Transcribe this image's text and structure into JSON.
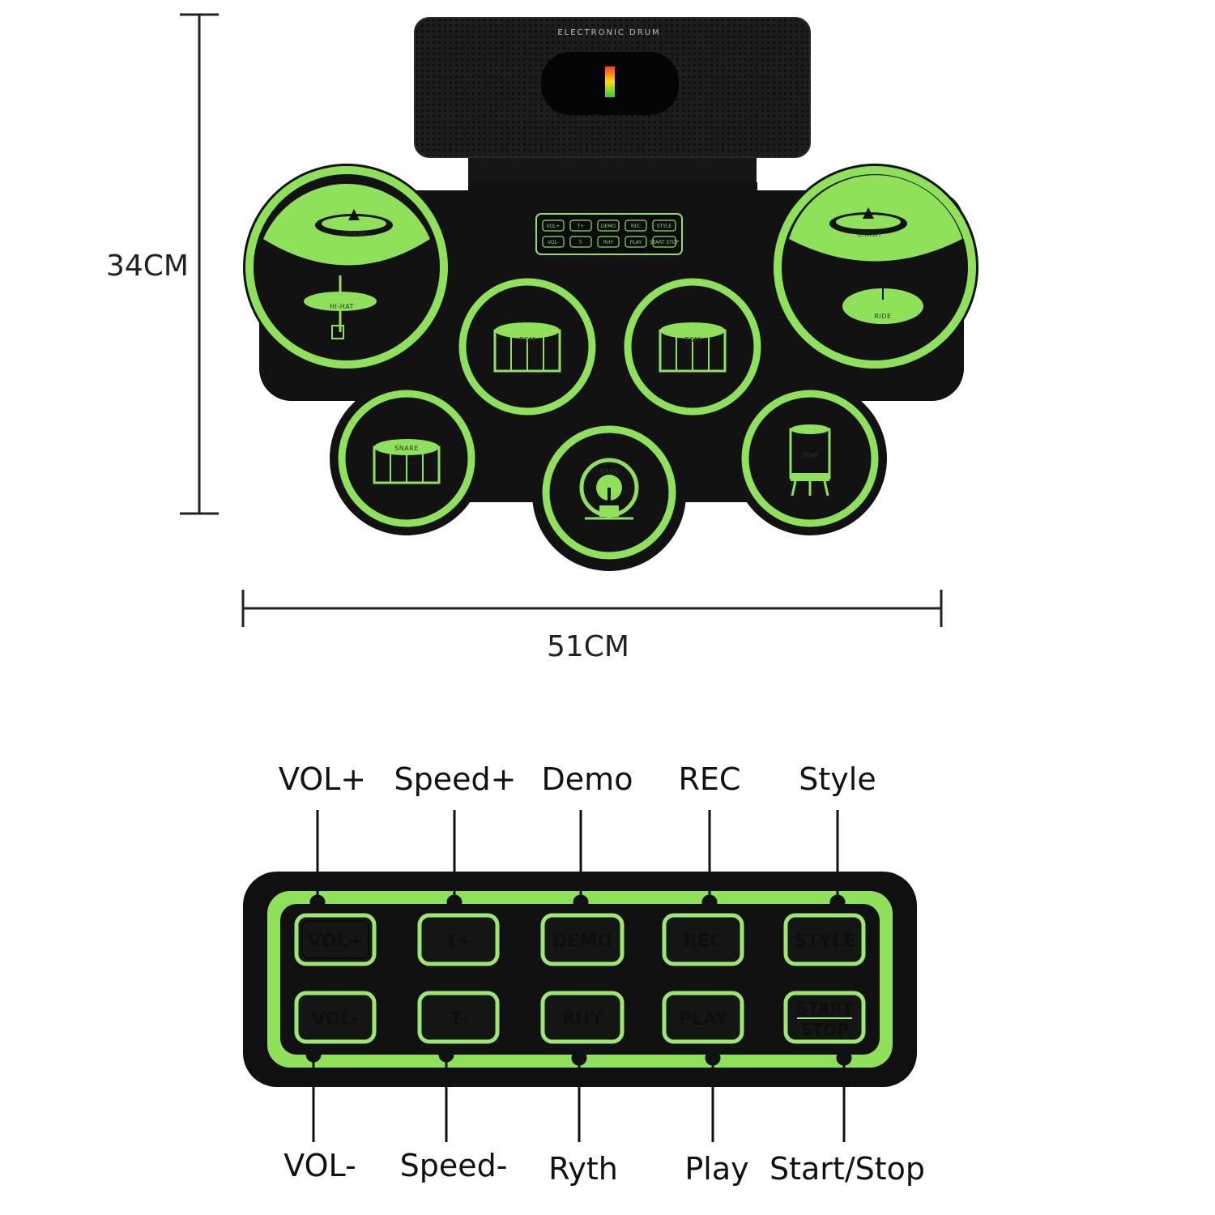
{
  "product": {
    "speaker_label": "ELECTRONIC DRUM",
    "colors": {
      "pad_green": "#8fe15a",
      "body_black": "#121212",
      "speaker_black": "#1b1b1b"
    },
    "pads": [
      {
        "id": "crash-left",
        "label": "CRASH"
      },
      {
        "id": "hihat",
        "label": "HI-HAT"
      },
      {
        "id": "crash-right",
        "label": "CRASH"
      },
      {
        "id": "ride",
        "label": "RIDE"
      },
      {
        "id": "tom1",
        "label": "TOM"
      },
      {
        "id": "tom2",
        "label": "TOM"
      },
      {
        "id": "snare",
        "label": "SNARE"
      },
      {
        "id": "bass",
        "label": "BASS"
      },
      {
        "id": "floor-tom",
        "label": "TOM"
      }
    ],
    "mini_panel": {
      "top": [
        "VOL+",
        "T+",
        "DEMO",
        "REC",
        "STYLE"
      ],
      "bottom": [
        "VOL-",
        "T-",
        "RHY",
        "PLAY",
        "START STOP"
      ]
    }
  },
  "dimensions": {
    "height": "34CM",
    "width": "51CM"
  },
  "control_panel": {
    "top_buttons": [
      {
        "label": "VOL+",
        "callout": "VOL+"
      },
      {
        "label": "T+",
        "callout": "Speed+"
      },
      {
        "label": "DEMO",
        "callout": "Demo"
      },
      {
        "label": "REC",
        "callout": "REC"
      },
      {
        "label": "STYLE",
        "callout": "Style"
      }
    ],
    "bottom_buttons": [
      {
        "label": "VOL-",
        "callout": "VOL-"
      },
      {
        "label": "T-",
        "callout": "Speed-"
      },
      {
        "label": "RHY",
        "callout": "Ryth"
      },
      {
        "label": "PLAY",
        "callout": "Play"
      },
      {
        "label": "START",
        "label2": "STOP",
        "callout": "Start/Stop"
      }
    ]
  }
}
